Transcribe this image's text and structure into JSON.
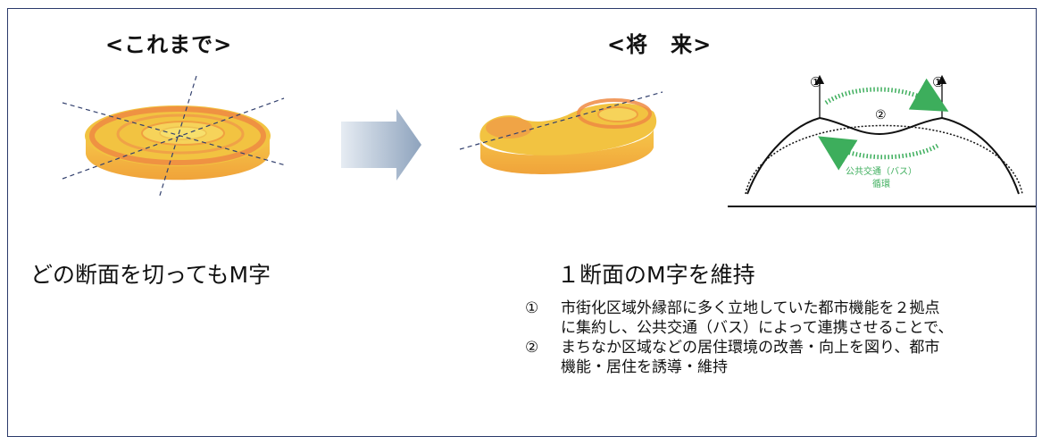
{
  "before": {
    "heading": "<これまで>",
    "caption": "どの断面を切ってもM字"
  },
  "after": {
    "heading": "<将　来>",
    "caption": "１断面のM字を維持"
  },
  "diagram": {
    "marker1": "①",
    "marker2": "②",
    "bus_label": "公共交通（バス）",
    "loop_label": "循環"
  },
  "notes": [
    {
      "num": "①",
      "text": "市街化区域外縁部に多く立地していた都市機能を２拠点に集約し、公共交通（バス）によって連携させることで、"
    },
    {
      "num": "②",
      "text": "まちなか区域などの居住環境の改善・向上を図り、都市機能・居住を誘導・維持"
    }
  ],
  "colors": {
    "frame": "#2b3a6b",
    "terrain_edge": "#f0b43c",
    "terrain_top": "#f2c341",
    "terrain_ring": "#ef8a43",
    "arrow_green": "#3dae5c",
    "arrow_gray": "#9fb1c6"
  }
}
